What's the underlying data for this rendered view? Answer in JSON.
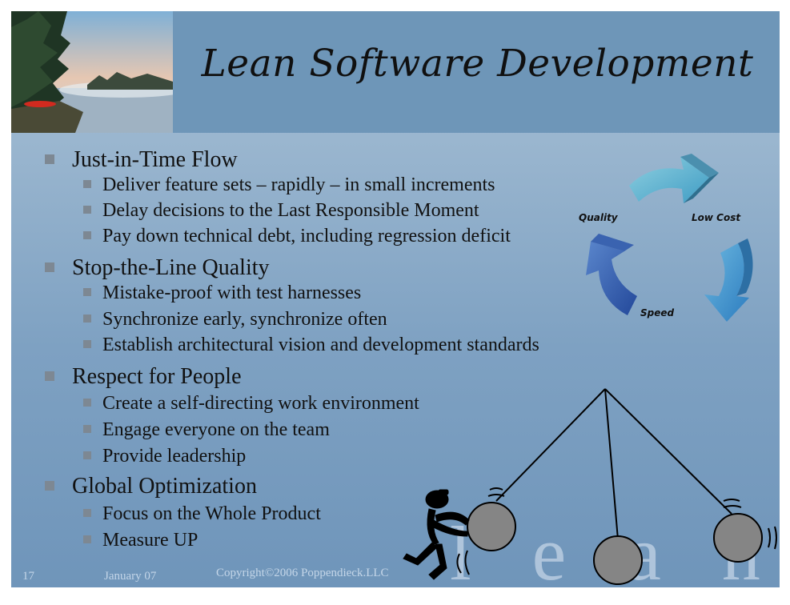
{
  "title": "Lean Software Development",
  "sections": [
    {
      "heading": "Just-in-Time Flow",
      "items": [
        "Deliver feature sets – rapidly – in small increments",
        "Delay decisions to the Last Responsible Moment",
        "Pay down technical debt, including regression deficit"
      ]
    },
    {
      "heading": "Stop-the-Line Quality",
      "items": [
        "Mistake-proof with test harnesses",
        "Synchronize early, synchronize often",
        "Establish architectural vision and development standards"
      ]
    },
    {
      "heading": "Respect for People",
      "items": [
        "Create a self-directing work environment",
        "Engage everyone on the team",
        "Provide leadership"
      ]
    },
    {
      "heading": "Global Optimization",
      "items": [
        "Focus on the Whole Product",
        "Measure UP"
      ]
    }
  ],
  "cycle_labels": {
    "quality": "Quality",
    "low_cost": "Low Cost",
    "speed": "Speed"
  },
  "watermark": "l e a n",
  "footer": {
    "slide_number": "17",
    "date": "January 07",
    "copyright": "Copyright©2006 Poppendieck.LLC"
  },
  "colors": {
    "header": "#6e96b8",
    "arrow_light": "#5fb4cf",
    "arrow_mid": "#3f8fc6",
    "arrow_dark": "#2f5ea8",
    "bullet": "#7d8893"
  }
}
